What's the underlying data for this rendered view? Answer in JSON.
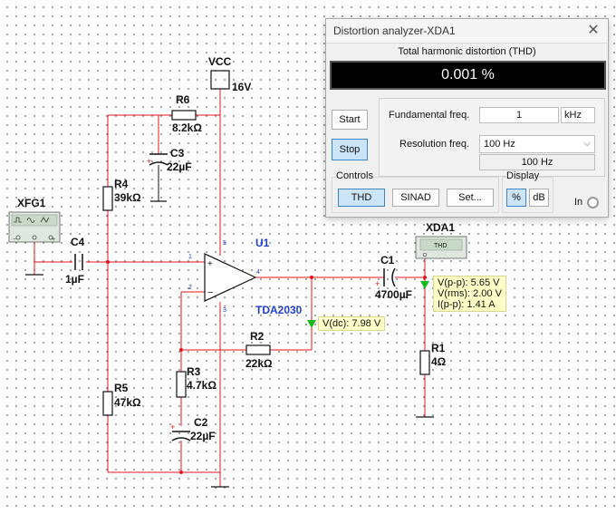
{
  "schematic": {
    "vcc": {
      "name": "VCC",
      "value": "16V"
    },
    "components": {
      "R6": {
        "name": "R6",
        "value": "8.2kΩ"
      },
      "C3": {
        "name": "C3",
        "value": "22µF"
      },
      "R4": {
        "name": "R4",
        "value": "39kΩ"
      },
      "XFG1": {
        "name": "XFG1"
      },
      "C4": {
        "name": "C4",
        "value": "1µF"
      },
      "U1": {
        "name": "U1",
        "part": "TDA2030"
      },
      "R2": {
        "name": "R2",
        "value": "22kΩ"
      },
      "R3": {
        "name": "R3",
        "value": "4.7kΩ"
      },
      "C2": {
        "name": "C2",
        "value": "22µF"
      },
      "R5": {
        "name": "R5",
        "value": "47kΩ"
      },
      "C1": {
        "name": "C1",
        "value": "4700µF"
      },
      "R1": {
        "name": "R1",
        "value": "4Ω"
      },
      "XDA1": {
        "name": "XDA1",
        "face_label": "THD"
      }
    },
    "pins": {
      "p1": "1",
      "p2": "2",
      "p3": "3",
      "p4": "4",
      "p5": "5"
    },
    "probes": {
      "output": {
        "vpp": "V(p-p): 5.65 V",
        "vrms": "V(rms): 2.00 V",
        "ipp": "I(p-p): 1.41 A"
      },
      "dc": {
        "vdc": "V(dc): 7.98 V"
      }
    },
    "colors": {
      "wire": "#e8141b",
      "component": "#111111",
      "label_blue": "#1f3fd6",
      "probe_green": "#19b81c",
      "probe_bg": "#ffffc8"
    }
  },
  "analyzer": {
    "title": "Distortion analyzer-XDA1",
    "close_icon": "close-icon",
    "thd_label": "Total harmonic distortion (THD)",
    "reading": "0.001 %",
    "start_label": "Start",
    "stop_label": "Stop",
    "fundamental_label": "Fundamental freq.",
    "fundamental_value": "1",
    "fundamental_unit": "kHz",
    "resolution_label": "Resolution freq.",
    "resolution_value": "100 Hz",
    "resolution_readout": "100 Hz",
    "controls_label": "Controls",
    "thd_button": "THD",
    "sinad_button": "SINAD",
    "set_button": "Set...",
    "display_label": "Display",
    "percent_button": "%",
    "db_button": "dB",
    "in_label": "In"
  }
}
